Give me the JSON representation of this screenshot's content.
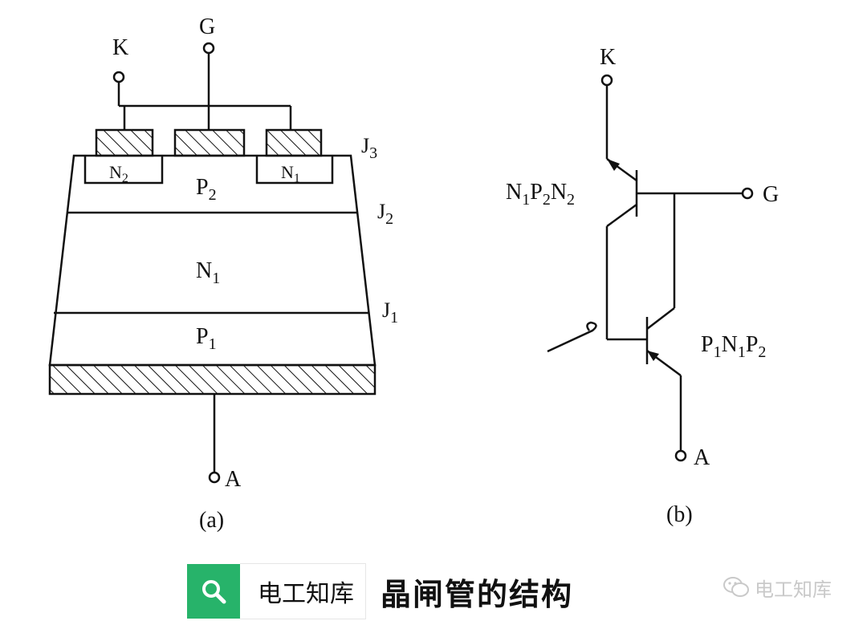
{
  "diagram_a": {
    "terminal_k": "K",
    "terminal_g": "G",
    "terminal_a": "A",
    "junction_j3": "J",
    "junction_j3_sub": "3",
    "junction_j2": "J",
    "junction_j2_sub": "2",
    "junction_j1": "J",
    "junction_j1_sub": "1",
    "region_n2": "N",
    "region_n2_sub": "2",
    "region_n1_top": "N",
    "region_n1_top_sub": "1",
    "region_p2": "P",
    "region_p2_sub": "2",
    "region_n1": "N",
    "region_n1_sub": "1",
    "region_p1": "P",
    "region_p1_sub": "1",
    "caption": "(a)"
  },
  "diagram_b": {
    "terminal_k": "K",
    "terminal_g": "G",
    "terminal_a": "A",
    "npn_label": [
      "N",
      "1",
      "P",
      "2",
      "N",
      "2"
    ],
    "pnp_label": [
      "P",
      "1",
      "N",
      "1",
      "P",
      "2"
    ],
    "caption": "(b)"
  },
  "caption_bar": {
    "search_icon": "search-icon",
    "brand": "电工知库",
    "title": "晶闸管的结构",
    "accent_color": "#27b36a"
  },
  "watermark": {
    "icon": "wechat-icon",
    "text": "电工知库"
  }
}
